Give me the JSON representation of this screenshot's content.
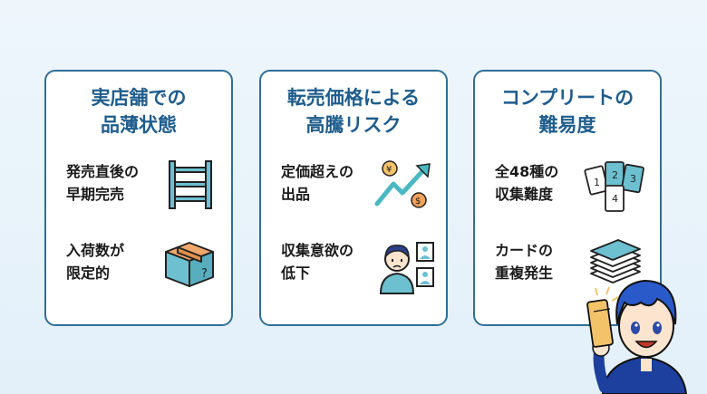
{
  "cards": [
    {
      "title": "実店舗での\n品薄状態",
      "items": [
        {
          "text": "発売直後の\n早期完売",
          "icon": "empty-shelf-icon"
        },
        {
          "text": "入荷数が\n限定的",
          "icon": "box-icon"
        }
      ]
    },
    {
      "title": "転売価格による\n高騰リスク",
      "items": [
        {
          "text": "定価超えの\n出品",
          "icon": "price-up-icon"
        },
        {
          "text": "収集意欲の\n低下",
          "icon": "sad-person-icon"
        }
      ]
    },
    {
      "title": "コンプリートの\n難易度",
      "items": [
        {
          "text": "全48種の\n収集難度",
          "icon": "cards-icon"
        },
        {
          "text": "カードの\n重複発生",
          "icon": "card-stack-icon"
        }
      ]
    }
  ],
  "illustration": {
    "icon": "boy-with-pack-icon"
  },
  "colors": {
    "accent": "#1f5d8c",
    "border": "#2f6f98",
    "icon_fill": "#6cc0d0"
  }
}
